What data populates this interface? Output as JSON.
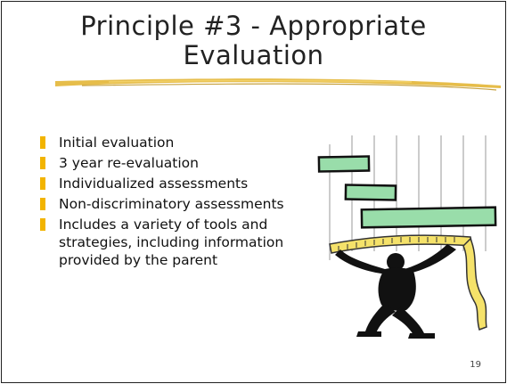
{
  "slide": {
    "title": "Principle #3 - Appropriate\nEvaluation",
    "bullets": [
      "Initial evaluation",
      "3 year re-evaluation",
      "Individualized assessments",
      "Non-discriminatory assessments",
      "Includes a variety of tools and strategies, including information provided by the parent"
    ],
    "page_number": "19",
    "clipart_icon": "person-holding-measuring-tape-chart-icon"
  },
  "colors": {
    "bullet": "#f2b400",
    "underline": "#e2b22a",
    "bar_fill": "#99ddaa"
  }
}
